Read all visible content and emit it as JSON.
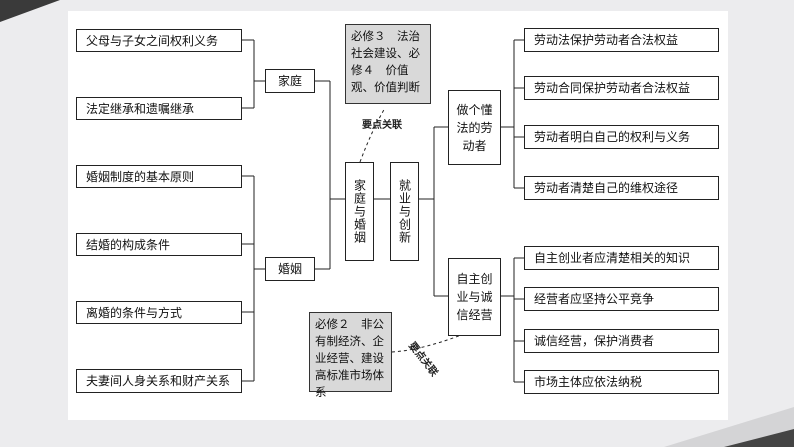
{
  "left_top_leaves": [
    "父母与子女之间权利义务",
    "法定继承和遗嘱继承"
  ],
  "left_bottom_leaves": [
    "婚姻制度的基本原则",
    "结婚的构成条件",
    "离婚的条件与方式",
    "夫妻间人身关系和财产关系"
  ],
  "group_family": "家庭",
  "group_marriage": "婚姻",
  "center_family_marriage": "家庭与婚姻",
  "center_employment": "就业与创新",
  "ref_top": "必修３　法治社会建设、必修４　价值观、价值判断",
  "ref_bottom": "必修２　非公有制经济、企业经营、建设高标准市场体系",
  "anno_top": "要点关联",
  "anno_bottom": "要点关联",
  "right_group_labor": "做个懂法的劳动者",
  "right_group_entrepreneur": "自主创业与诚信经营",
  "right_top_leaves": [
    "劳动法保护劳动者合法权益",
    "劳动合同保护劳动者合法权益",
    "劳动者明白自己的权利与义务",
    "劳动者清楚自己的维权途径"
  ],
  "right_bottom_leaves": [
    "自主创业者应清楚相关的知识",
    "经营者应坚持公平竞争",
    "诚信经营，保护消费者",
    "市场主体应依法纳税"
  ],
  "colors": {
    "page_bg": "#ececee",
    "board_bg": "#ffffff",
    "ref_box": "#d9d9d9",
    "line": "#222222"
  }
}
